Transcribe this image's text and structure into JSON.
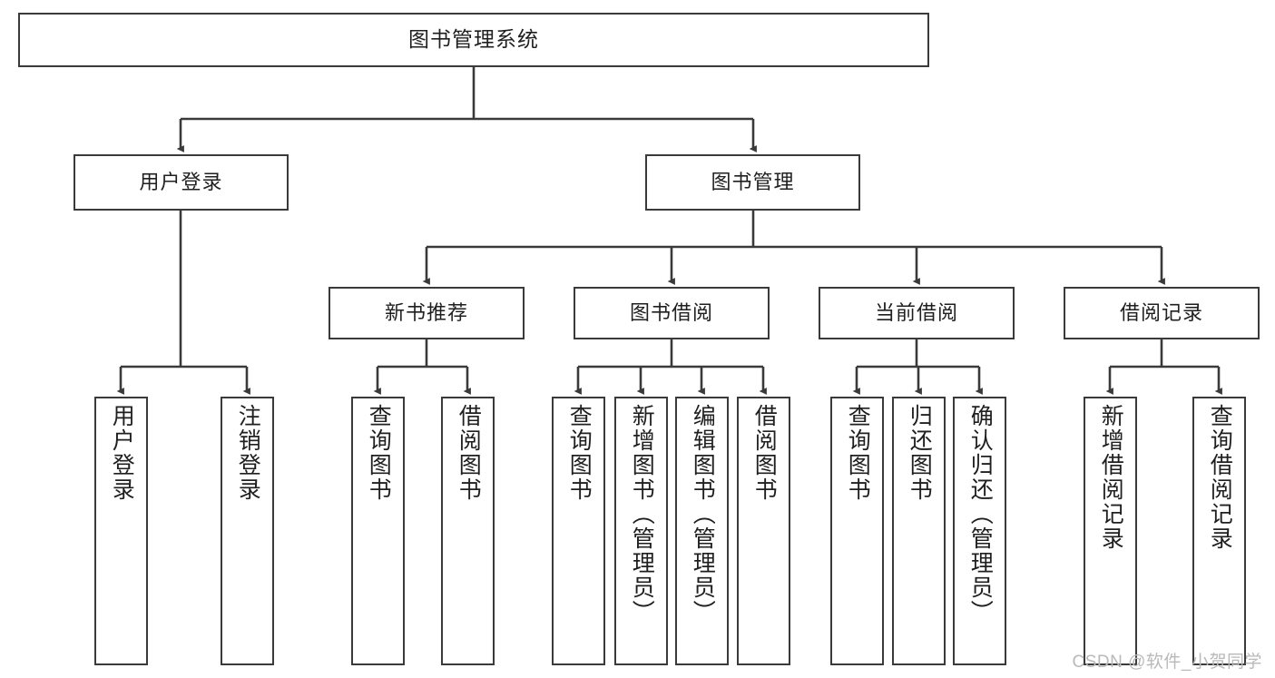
{
  "diagram": {
    "title": "图书管理系统",
    "watermark": "CSDN @软件_小贺同学",
    "line_color": "#3a3a3a",
    "box_fill": "#ffffff",
    "text_color": "#1f1f1f",
    "levels": {
      "root": {
        "label": "图书管理系统"
      },
      "level1": [
        {
          "label": "用户登录"
        },
        {
          "label": "图书管理"
        }
      ],
      "level2": [
        {
          "label": "新书推荐"
        },
        {
          "label": "图书借阅"
        },
        {
          "label": "当前借阅"
        },
        {
          "label": "借阅记录"
        }
      ],
      "leaves": {
        "user_login": [
          {
            "label": "用户登录"
          },
          {
            "label": "注销登录"
          }
        ],
        "new_book_recommend": [
          {
            "label": "查询图书"
          },
          {
            "label": "借阅图书"
          }
        ],
        "book_borrow": [
          {
            "label": "查询图书"
          },
          {
            "label": "新增图书（管理员）"
          },
          {
            "label": "编辑图书（管理员）"
          },
          {
            "label": "借阅图书"
          }
        ],
        "current_borrow": [
          {
            "label": "查询图书"
          },
          {
            "label": "归还图书"
          },
          {
            "label": "确认归还（管理员）"
          }
        ],
        "borrow_record": [
          {
            "label": "新增借阅记录"
          },
          {
            "label": "查询借阅记录"
          }
        ]
      }
    }
  }
}
